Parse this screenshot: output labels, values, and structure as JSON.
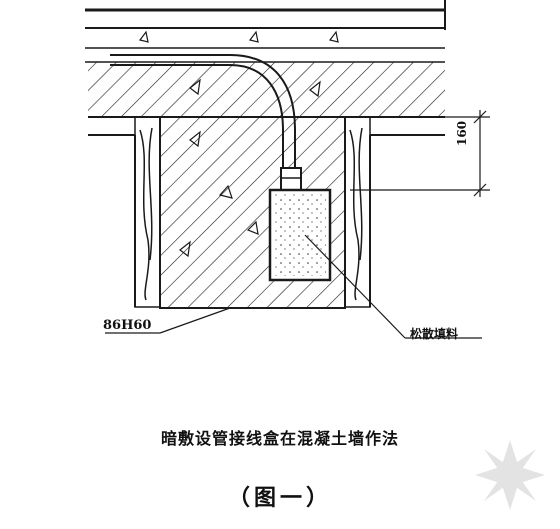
{
  "labels": {
    "box_model": "86H60",
    "fill_material": "松散填料",
    "dimension": "160"
  },
  "caption": "暗敷设管接线盒在混凝土墙作法",
  "figure_number": "（图一）",
  "colors": {
    "line": "#1a1a1a",
    "background": "#ffffff",
    "watermark": "#b0b0b0"
  }
}
